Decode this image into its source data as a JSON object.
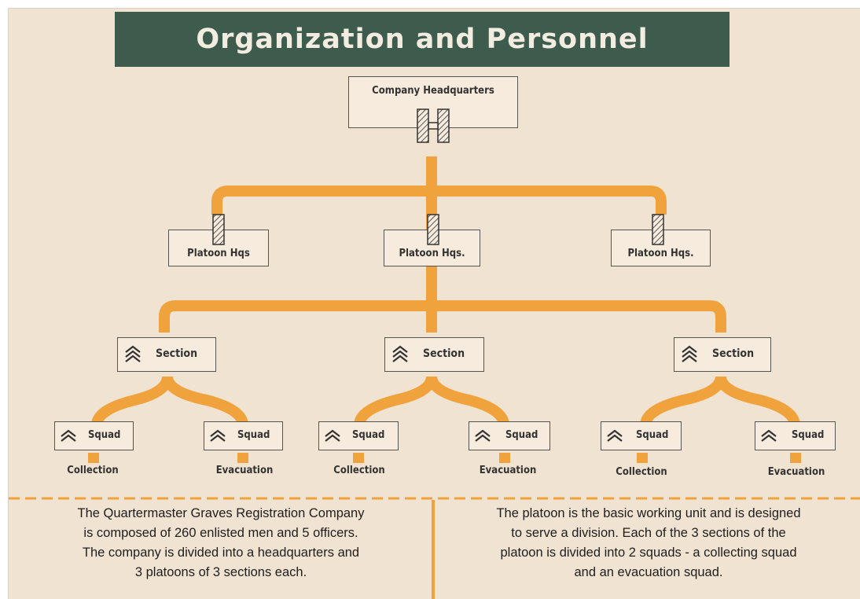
{
  "title": "Organization and Personnel",
  "company_hq": {
    "label": "Company Headquarters"
  },
  "platoons": [
    {
      "label": "Platoon Hqs"
    },
    {
      "label": "Platoon Hqs."
    },
    {
      "label": "Platoon Hqs."
    }
  ],
  "sections": [
    {
      "label": "Section",
      "squads": [
        {
          "label": "Squad",
          "caption": "Collection"
        },
        {
          "label": "Squad",
          "caption": "Evacuation"
        }
      ]
    },
    {
      "label": "Section",
      "squads": [
        {
          "label": "Squad",
          "caption": "Collection"
        },
        {
          "label": "Squad",
          "caption": "Evacuation"
        }
      ]
    },
    {
      "label": "Section",
      "squads": [
        {
          "label": "Squad",
          "caption": "Collection"
        },
        {
          "label": "Squad",
          "caption": "Evacuation"
        }
      ]
    }
  ],
  "descriptions": {
    "left": [
      "The Quartermaster Graves  Registration Company",
      "is composed of 260 enlisted men and 5 officers.",
      "The company is divided into a headquarters and",
      "3 platoons of 3 sections each."
    ],
    "right": [
      "The platoon is the basic working unit and is designed",
      "to serve a division. Each of the 3 sections of the",
      "platoon is divided into 2 squads - a collecting squad",
      "and an evacuation squad."
    ]
  },
  "colors": {
    "connector": "#f0a33c",
    "banner": "#3e5c4e",
    "paper": "#f1e3d2",
    "divider": "#f0a33c"
  }
}
